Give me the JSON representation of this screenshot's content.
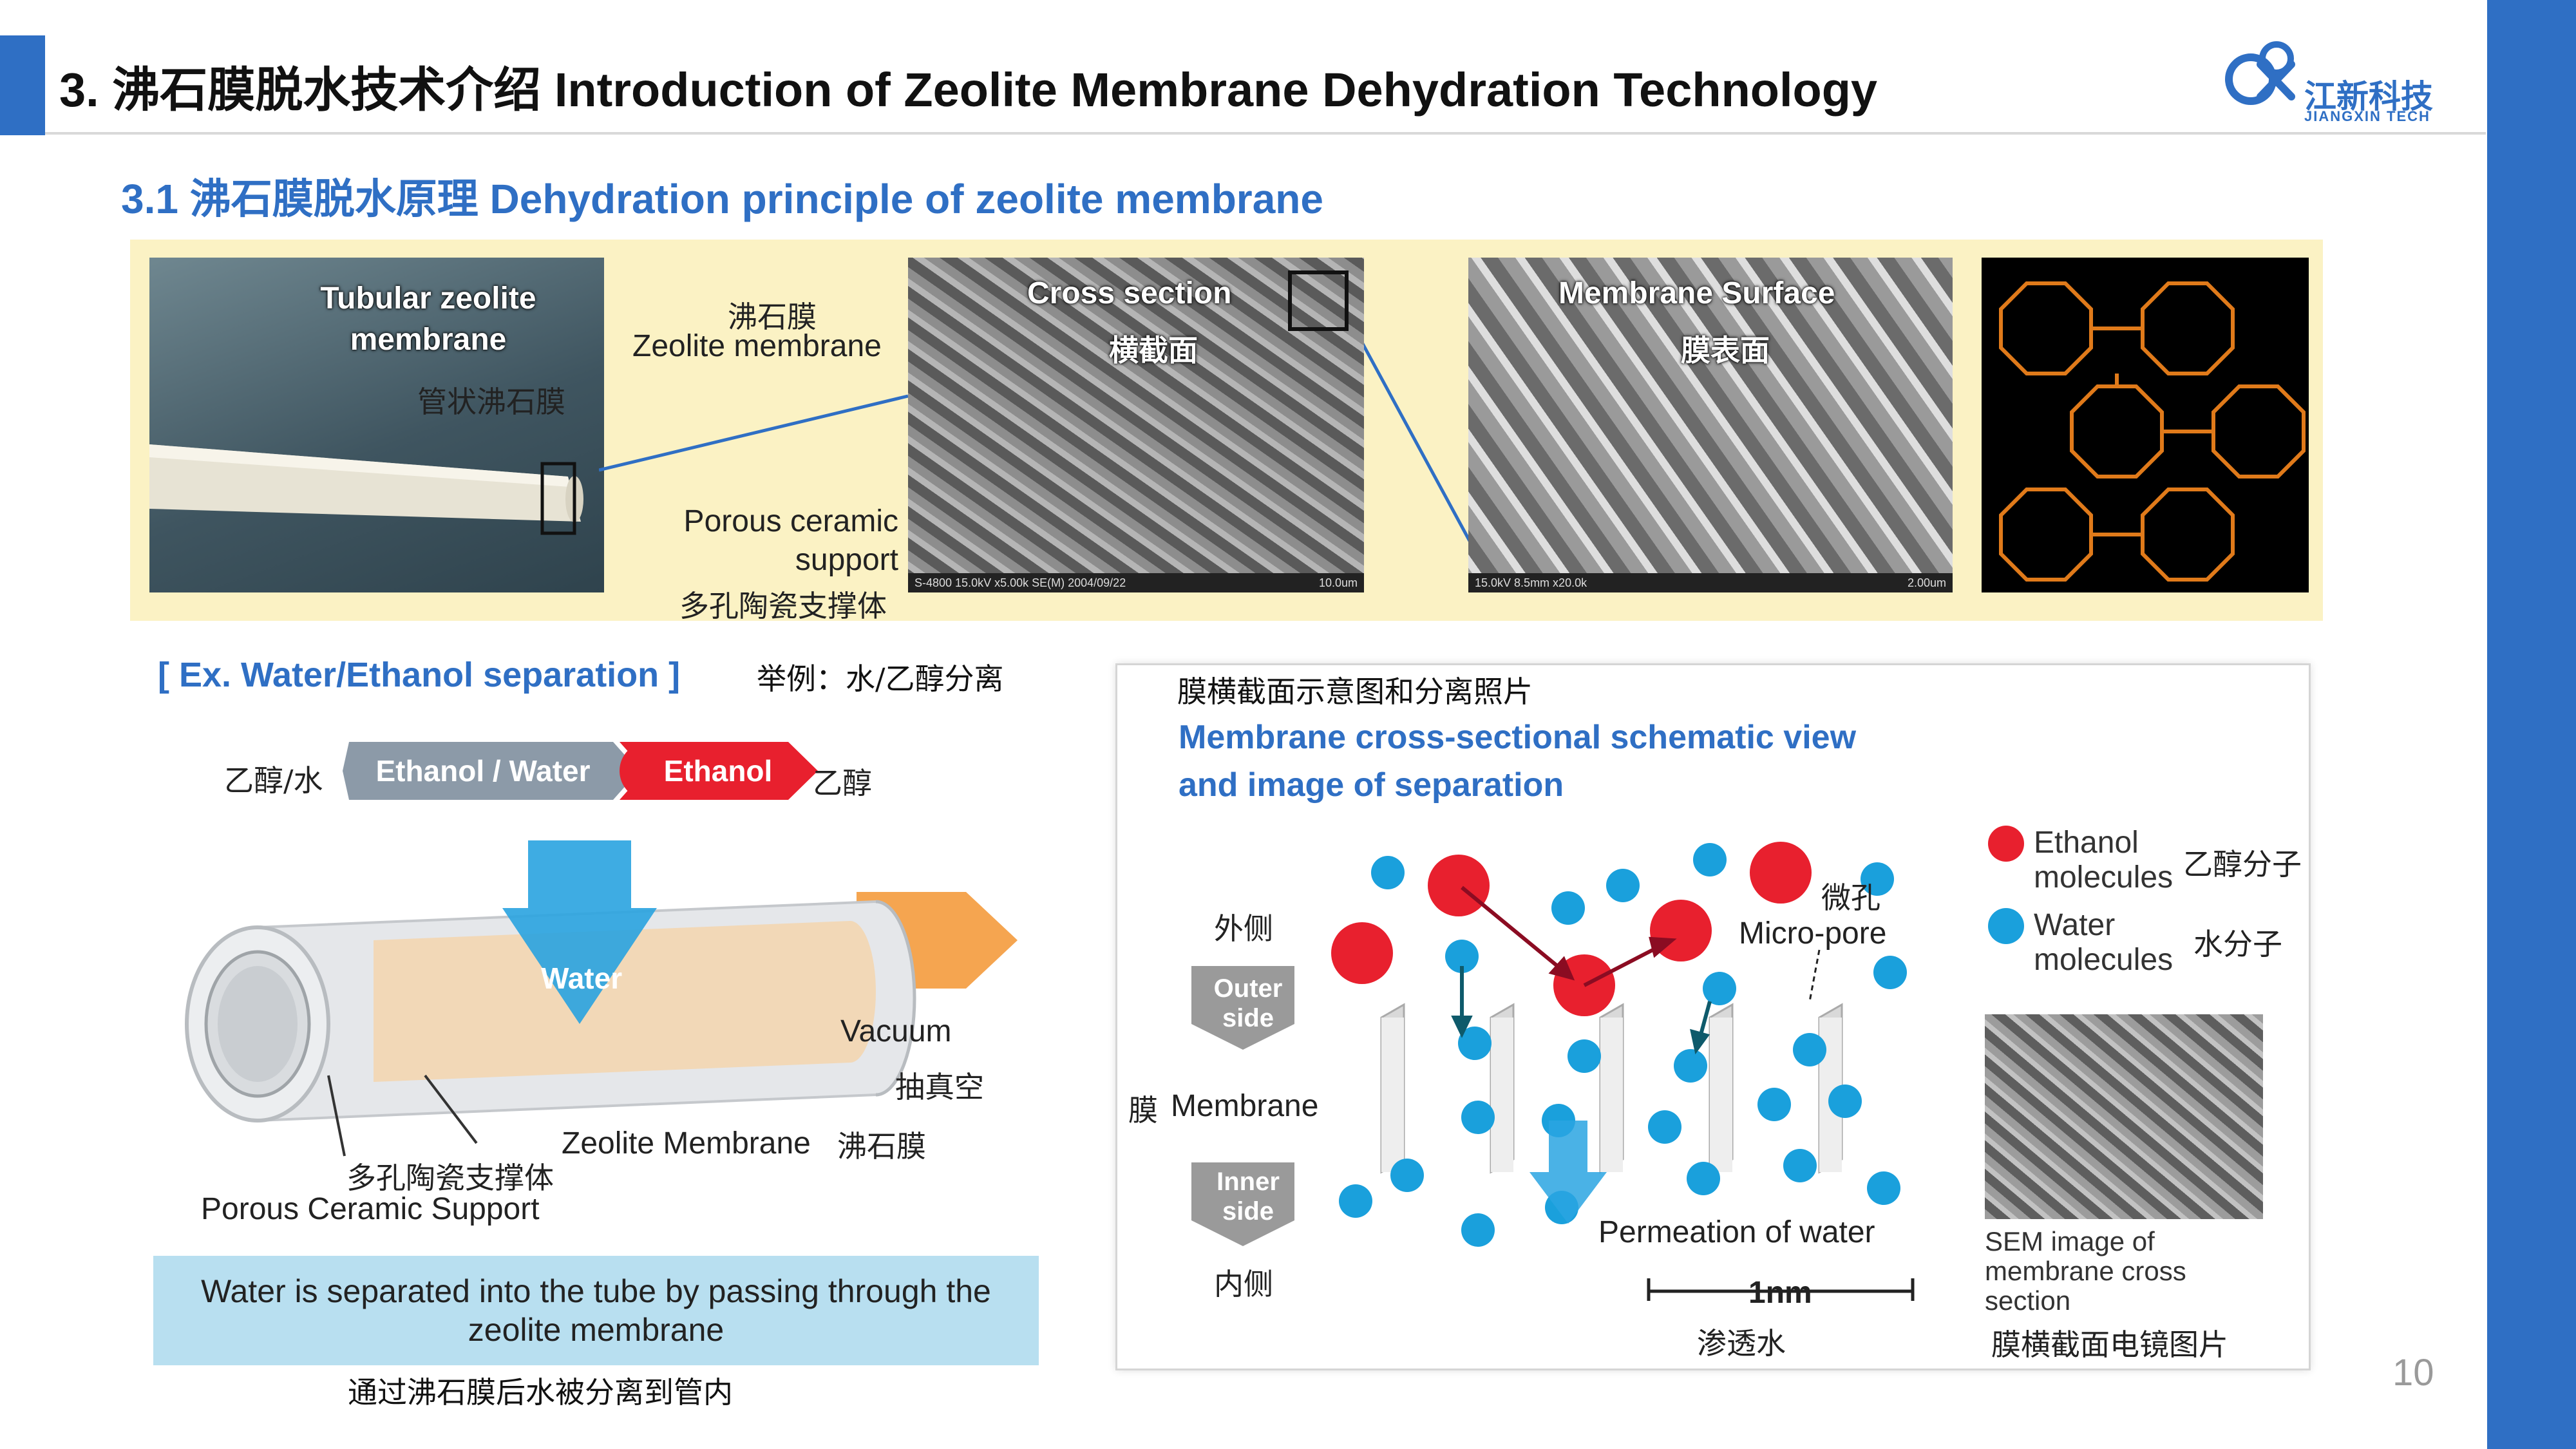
{
  "header": {
    "title": "3. 沸石膜脱水技术介绍 Introduction of Zeolite Membrane Dehydration Technology",
    "subtitle": "3.1 沸石膜脱水原理 Dehydration principle of zeolite membrane",
    "logo_name": "江新科技",
    "logo_sub": "JIANGXIN TECH",
    "accent_color": "#2f6fc4"
  },
  "page_number": "10",
  "photo_strip": {
    "tubular_en": "Tubular zeolite membrane",
    "tubular_zh": "管状沸石膜",
    "zeolite_zh": "沸石膜",
    "zeolite_en": "Zeolite membrane",
    "support_en": "Porous ceramic support",
    "support_zh": "多孔陶瓷支撑体",
    "cross_en": "Cross section",
    "cross_zh": "横截面",
    "surface_en": "Membrane Surface",
    "surface_zh": "膜表面",
    "cross_caption": "S-4800 15.0kV x5.00k SE(M) 2004/09/22",
    "cross_scale": "10.0um",
    "surface_caption": "15.0kV 8.5mm x20.0k",
    "surface_scale": "2.00um",
    "strip_color": "#fbf2c4"
  },
  "example": {
    "title": "[ Ex. Water/Ethanol separation ]",
    "title_zh": "举例：水/乙醇分离",
    "feed_zh": "乙醇/水",
    "feed_tag": "Ethanol / Water",
    "product_tag": "Ethanol",
    "product_zh": "乙醇",
    "water_label": "Water",
    "vacuum_en": "Vacuum",
    "vacuum_zh": "抽真空",
    "membrane_en": "Zeolite Membrane",
    "membrane_zh": "沸石膜",
    "support_zh": "多孔陶瓷支撑体",
    "support_en": "Porous Ceramic Support",
    "note": "Water is separated into the tube by passing through the zeolite membrane",
    "note_zh": "通过沸石膜后水被分离到管内"
  },
  "schematic": {
    "title_zh": "膜横截面示意图和分离照片",
    "title_en_line1": "Membrane cross-sectional schematic view",
    "title_en_line2": "and image of separation",
    "outer_zh": "外侧",
    "outer_en": "Outer side",
    "membrane_zh": "膜",
    "membrane_en": "Membrane",
    "inner_en": "Inner side",
    "inner_zh": "内侧",
    "micropore_zh": "微孔",
    "micropore_en": "Micro-pore",
    "permeation_en": "Permeation of water",
    "permeation_zh": "渗透水",
    "scale": "1nm",
    "legend_ethanol": "Ethanol molecules",
    "legend_ethanol_zh": "乙醇分子",
    "legend_water": "Water molecules",
    "legend_water_zh": "水分子",
    "sem_en": "SEM image of membrane cross section",
    "sem_zh": "膜横截面电镜图片",
    "ethanol_color": "#e8202e",
    "water_color": "#1aa0dc"
  }
}
